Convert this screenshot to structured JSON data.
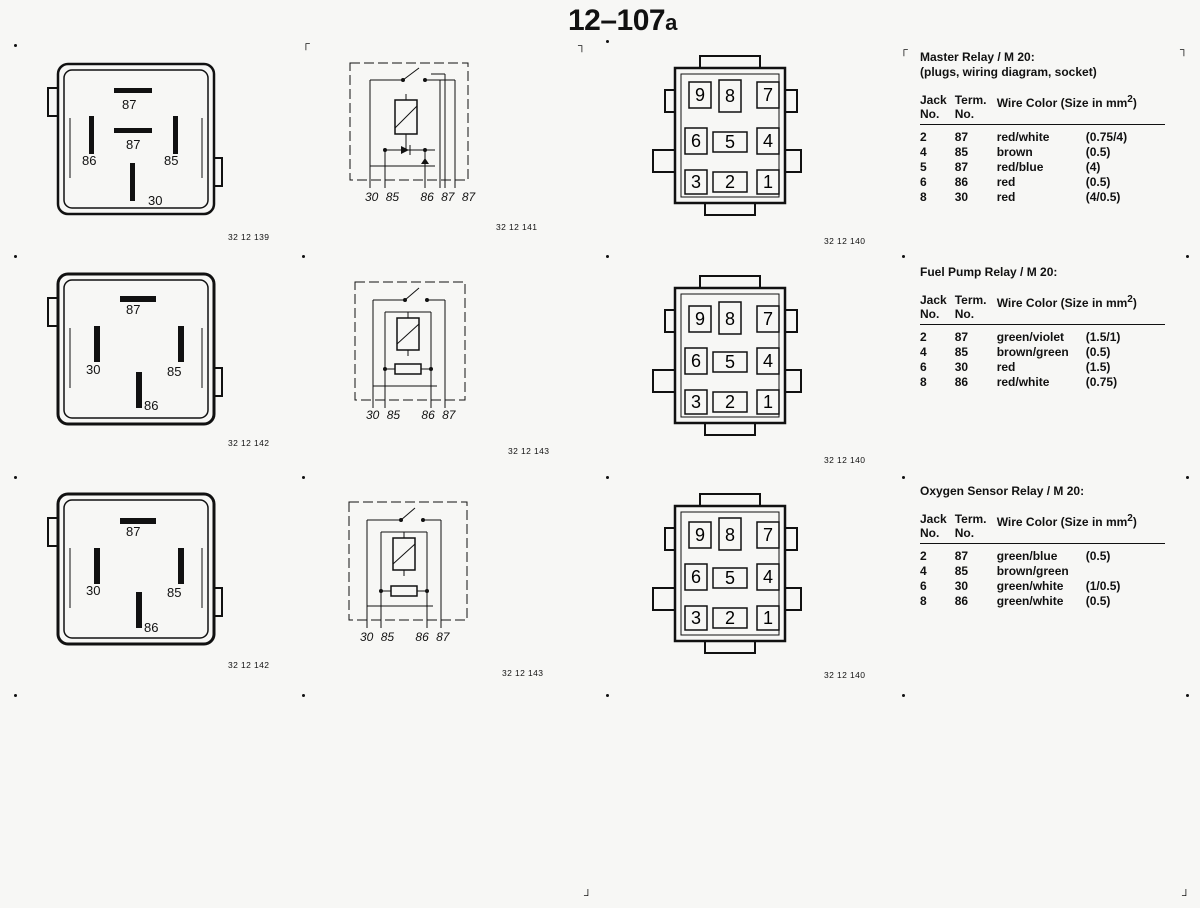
{
  "page": {
    "number": "12–107",
    "suffix": "a"
  },
  "figure_numbers": {
    "relay1": "32 12 139",
    "schem1": "32 12 141",
    "sock1": "32 12 140",
    "relay2": "32 12 142",
    "schem2": "32 12 143",
    "sock2": "32 12 140",
    "relay3": "32 12 142",
    "schem3": "32 12 143",
    "sock3": "32 12 140"
  },
  "relay_pins": {
    "p87": "87",
    "p87b": "87",
    "p86": "86",
    "p85": "85",
    "p30": "30"
  },
  "schematic_terminals_1": [
    "30",
    "85",
    "86",
    "87",
    "87"
  ],
  "schematic_terminals_2": [
    "30",
    "85",
    "86",
    "87"
  ],
  "socket_labels": [
    "9",
    "8",
    "7",
    "6",
    "5",
    "4",
    "3",
    "2",
    "1"
  ],
  "table_headers": {
    "jack": "Jack",
    "jack2": "No.",
    "term": "Term.",
    "term2": "No.",
    "wire": "Wire Color (Size in mm",
    "wire_sup": "2",
    "wire_end": ")"
  },
  "master": {
    "title": "Master Relay  /  M 20:",
    "subtitle": "(plugs, wiring diagram, socket)",
    "rows": [
      {
        "jack": "2",
        "term": "87",
        "color": "red/white",
        "size": "(0.75/4)"
      },
      {
        "jack": "4",
        "term": "85",
        "color": "brown",
        "size": "(0.5)"
      },
      {
        "jack": "5",
        "term": "87",
        "color": "red/blue",
        "size": "(4)"
      },
      {
        "jack": "6",
        "term": "86",
        "color": "red",
        "size": "(0.5)"
      },
      {
        "jack": "8",
        "term": "30",
        "color": "red",
        "size": "(4/0.5)"
      }
    ]
  },
  "fuel": {
    "title": "Fuel Pump Relay / M 20:",
    "rows": [
      {
        "jack": "2",
        "term": "87",
        "color": "green/violet",
        "size": "(1.5/1)"
      },
      {
        "jack": "4",
        "term": "85",
        "color": "brown/green",
        "size": "(0.5)"
      },
      {
        "jack": "6",
        "term": "30",
        "color": "red",
        "size": "(1.5)"
      },
      {
        "jack": "8",
        "term": "86",
        "color": "red/white",
        "size": "(0.75)"
      }
    ]
  },
  "oxygen": {
    "title": "Oxygen Sensor Relay / M 20:",
    "rows": [
      {
        "jack": "2",
        "term": "87",
        "color": "green/blue",
        "size": "(0.5)"
      },
      {
        "jack": "4",
        "term": "85",
        "color": "brown/green",
        "size": ""
      },
      {
        "jack": "6",
        "term": "30",
        "color": "green/white",
        "size": "(1/0.5)"
      },
      {
        "jack": "8",
        "term": "86",
        "color": "green/white",
        "size": "(0.5)"
      }
    ]
  }
}
